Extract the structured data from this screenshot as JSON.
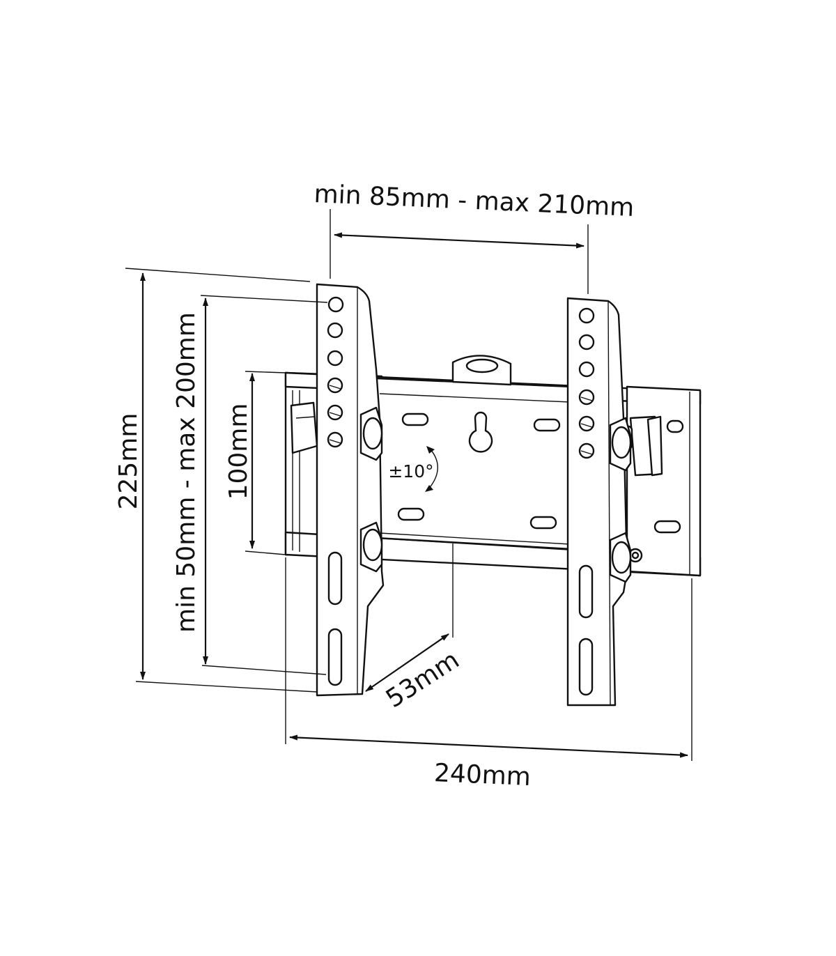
{
  "labels": {
    "hole_spacing_width": "min 85mm - max 210mm",
    "total_height": "225mm",
    "hole_spacing_height": "min 50mm - max 200mm",
    "wall_plate_height": "100mm",
    "tilt": "±10°",
    "depth": "53mm",
    "total_width": "240mm"
  },
  "colors": {
    "line": "#111111",
    "background": "#ffffff"
  }
}
